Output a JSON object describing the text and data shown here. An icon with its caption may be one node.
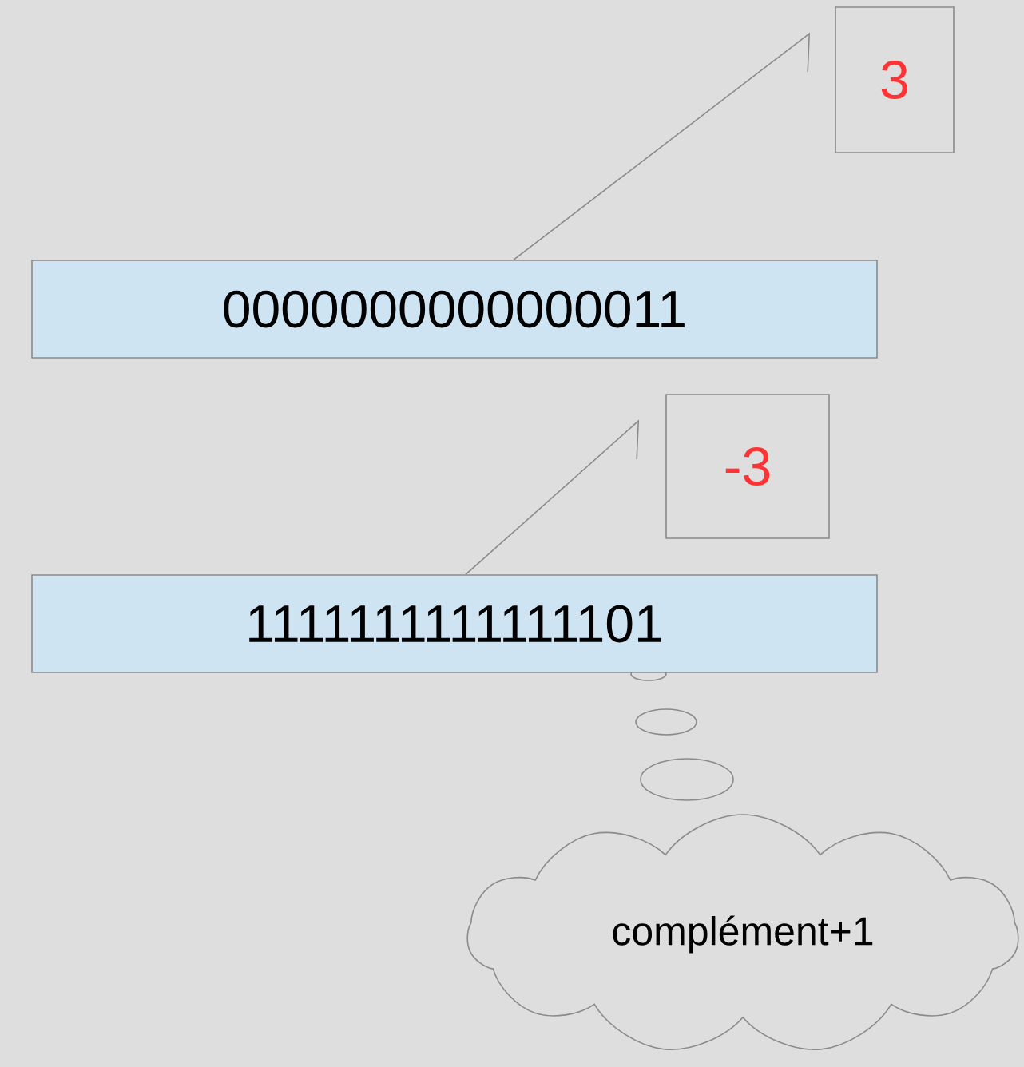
{
  "diagram": {
    "nodes": [
      {
        "text": [
          "3"
        ]
      },
      {
        "text": [
          "0000000000000011"
        ]
      },
      {
        "text": [
          "-3"
        ]
      },
      {
        "text": [
          "1111111111111101"
        ]
      },
      {
        "text": [
          "complément+1"
        ]
      }
    ],
    "edges": [
      {
        "from": 1,
        "to": 0,
        "arrow": "none"
      },
      {
        "from": 3,
        "to": 2,
        "arrow": "none"
      }
    ]
  }
}
